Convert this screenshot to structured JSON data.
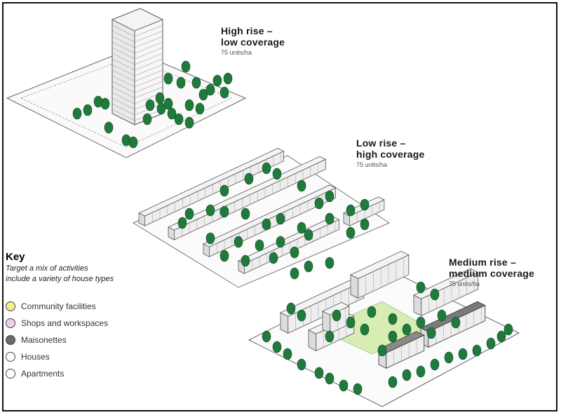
{
  "labels": {
    "high": {
      "title_line1": "High rise –",
      "title_line2": "low coverage",
      "subtitle": "75 units/ha"
    },
    "low": {
      "title_line1": "Low rise –",
      "title_line2": "high coverage",
      "subtitle": "75 units/ha"
    },
    "medium": {
      "title_line1": "Medium rise –",
      "title_line2": "medium coverage",
      "subtitle": "75 units/ha"
    }
  },
  "key": {
    "title": "Key",
    "description_line1": "Target a mix of activities",
    "description_line2": "include a variety of house types",
    "items": [
      {
        "label": "Community facilities",
        "color": "#f2f08a"
      },
      {
        "label": "Shops and workspaces",
        "color": "#f1cfe8"
      },
      {
        "label": "Maisonettes",
        "color": "#6b6b6b"
      },
      {
        "label": "Houses",
        "color": "#ffffff"
      },
      {
        "label": "Apartments",
        "color": "#ffffff"
      }
    ]
  },
  "colors": {
    "tree": "#1f7a3c",
    "building": "#f4f4f4",
    "outline": "#555555",
    "plaza": "#d7edb4"
  }
}
